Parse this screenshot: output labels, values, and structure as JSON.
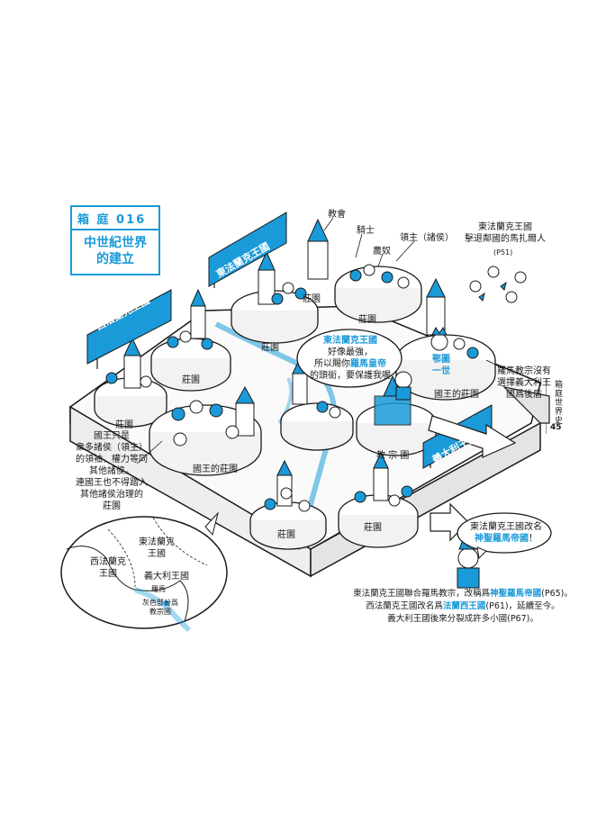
{
  "colors": {
    "accent": "#1a9ad9",
    "line": "#1a1a1a",
    "fill": "#f4f4f4"
  },
  "header": {
    "badge": "箱 庭 016",
    "title_line1": "中世紀世界",
    "title_line2": "的建立"
  },
  "side_tab": {
    "vertical": "箱庭世界史",
    "page_number": "45"
  },
  "banners": {
    "west": "西法蘭克王國",
    "east": "東法蘭克王國",
    "italy": "義大利王國"
  },
  "labels": {
    "church": "教會",
    "knight": "騎士",
    "lord": "領主（諸侯）",
    "serf": "農奴",
    "manor1": "莊園",
    "manor2": "莊園",
    "manor3": "莊園",
    "manor4": "莊園",
    "manor5": "莊園",
    "manor6": "莊園",
    "king_manor1": "國王的莊園",
    "king_manor2": "國王的莊園",
    "church_manor": "教 宗 園",
    "otto": "鄂圖\n一世",
    "magyar": "東法蘭克王國\n擊退鄰國的馬扎爾人",
    "magyar_ref": "(P51)",
    "pope_note": "羅馬教宗沒有\n選擇義大利王\n國爲後盾"
  },
  "bubbles": {
    "east_strong_1": "東法蘭克王國",
    "east_strong_2": "好像最強，",
    "east_strong_3a": "所以賜你",
    "east_strong_3b": "羅馬皇帝",
    "east_strong_4": "的頭銜，要保護我喔",
    "rename_1": "東法蘭克王國改名",
    "rename_2": "神聖羅馬帝國",
    "rename_3": "！"
  },
  "king_note": "國王只是\n衆多諸侯（領主）\n的領袖，權力等同\n其他諸侯。\n連國王也不得踏入\n其他諸侯治理的\n莊園",
  "map": {
    "east": "東法蘭克\n王國",
    "west": "西法蘭克\n王國",
    "italy": "義大利王國",
    "rome": "羅馬",
    "papal": "灰色部分爲\n教宗國"
  },
  "footnotes": {
    "line1a": "東法蘭克王國聯合羅馬教宗，改稱爲",
    "line1b": "神聖羅馬帝國",
    "line1c": "(P65)。",
    "line2a": "西法蘭克王國改名爲",
    "line2b": "法蘭西王國",
    "line2c": "(P61)，延續至今。",
    "line3": "義大利王國後來分裂成許多小國(P67)。"
  }
}
